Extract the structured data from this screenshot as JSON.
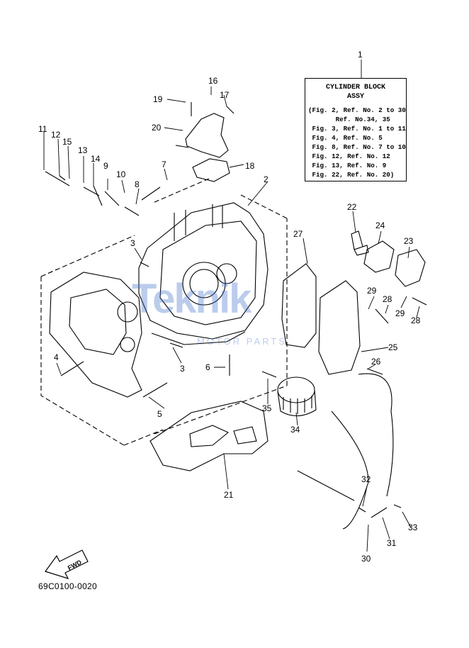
{
  "info_box": {
    "title": "CYLINDER BLOCK",
    "subtitle": "ASSY",
    "lines": [
      "(Fig. 2, Ref. No. 2 to 30",
      "       Ref. No.34, 35",
      " Fig. 3, Ref. No. 1 to 11",
      " Fig. 4, Ref. No. 5",
      " Fig. 8, Ref. No. 7 to 10",
      " Fig. 12, Ref. No. 12",
      " Fig. 13, Ref. No. 9",
      " Fig. 22, Ref. No. 20)"
    ]
  },
  "callouts": {
    "c1": "1",
    "c2": "2",
    "c3a": "3",
    "c3b": "3",
    "c4": "4",
    "c5": "5",
    "c6": "6",
    "c7": "7",
    "c8": "8",
    "c9": "9",
    "c10": "10",
    "c11": "11",
    "c12": "12",
    "c13": "13",
    "c14": "14",
    "c15": "15",
    "c16": "16",
    "c17": "17",
    "c18": "18",
    "c19": "19",
    "c20": "20",
    "c21": "21",
    "c22": "22",
    "c23": "23",
    "c24": "24",
    "c25": "25",
    "c26": "26",
    "c27": "27",
    "c28a": "28",
    "c28b": "28",
    "c29a": "29",
    "c29b": "29",
    "c30": "30",
    "c31": "31",
    "c32": "32",
    "c33": "33",
    "c34": "34",
    "c35": "35"
  },
  "fwd_label": "FWD",
  "part_code": "69C0100-0020",
  "watermark": {
    "text": "Teknik",
    "sub": "MOTOR PARTS"
  },
  "colors": {
    "ink": "#000000",
    "watermark": "#3c6ec8"
  }
}
